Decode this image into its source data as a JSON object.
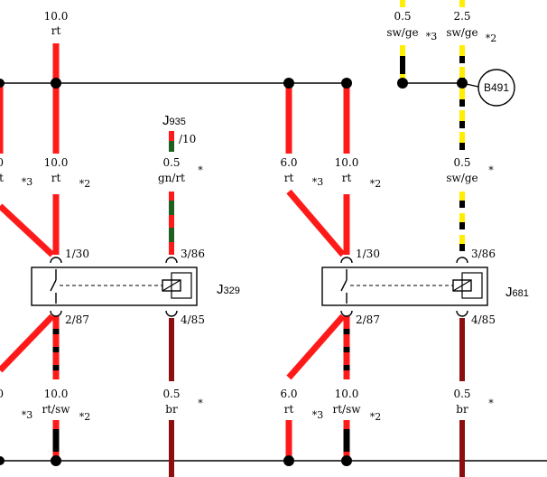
{
  "colors": {
    "red": "#ff1a1a",
    "black": "#000000",
    "brown": "#8b0f0f",
    "green": "#1f5f1f",
    "yellow": "#ffee00"
  },
  "top_labels": {
    "w1_size": "10.0",
    "w1_color": "rt",
    "w2_size": "0.5",
    "w2_color": "sw/ge",
    "w2_star": "*3",
    "w3_size": "2.5",
    "w3_color": "sw/ge",
    "w3_star": "*2"
  },
  "b491": {
    "label": "B491"
  },
  "j935": {
    "name": "J",
    "sub": "935",
    "pin": "/10"
  },
  "upper_row": {
    "a_size": ".0",
    "a_color": "t",
    "a_star": "*3",
    "b_size": "10.0",
    "b_color": "rt",
    "b_star": "*2",
    "c_size": "0.5",
    "c_color": "gn/rt",
    "c_star": "*",
    "d_size": "6.0",
    "d_color": "rt",
    "d_star": "*3",
    "e_size": "10.0",
    "e_color": "rt",
    "e_star": "*2",
    "f_size": "0.5",
    "f_color": "sw/ge",
    "f_star": "*"
  },
  "relay1": {
    "name": "J",
    "sub": "329",
    "pin_a": "1/30",
    "pin_b": "3/86",
    "pin_c": "2/87",
    "pin_d": "4/85"
  },
  "relay2": {
    "name": "J",
    "sub": "681",
    "pin_a": "1/30",
    "pin_b": "3/86",
    "pin_c": "2/87",
    "pin_d": "4/85"
  },
  "lower_row": {
    "a_size": ".0",
    "a_star": "*3",
    "b_size": "10.0",
    "b_color": "rt/sw",
    "b_star": "*2",
    "c_size": "0.5",
    "c_color": "br",
    "c_star": "*",
    "d_size": "6.0",
    "d_color": "rt",
    "d_star": "*3",
    "e_size": "10.0",
    "e_color": "rt/sw",
    "e_star": "*2",
    "f_size": "0.5",
    "f_color": "br",
    "f_star": "*"
  }
}
